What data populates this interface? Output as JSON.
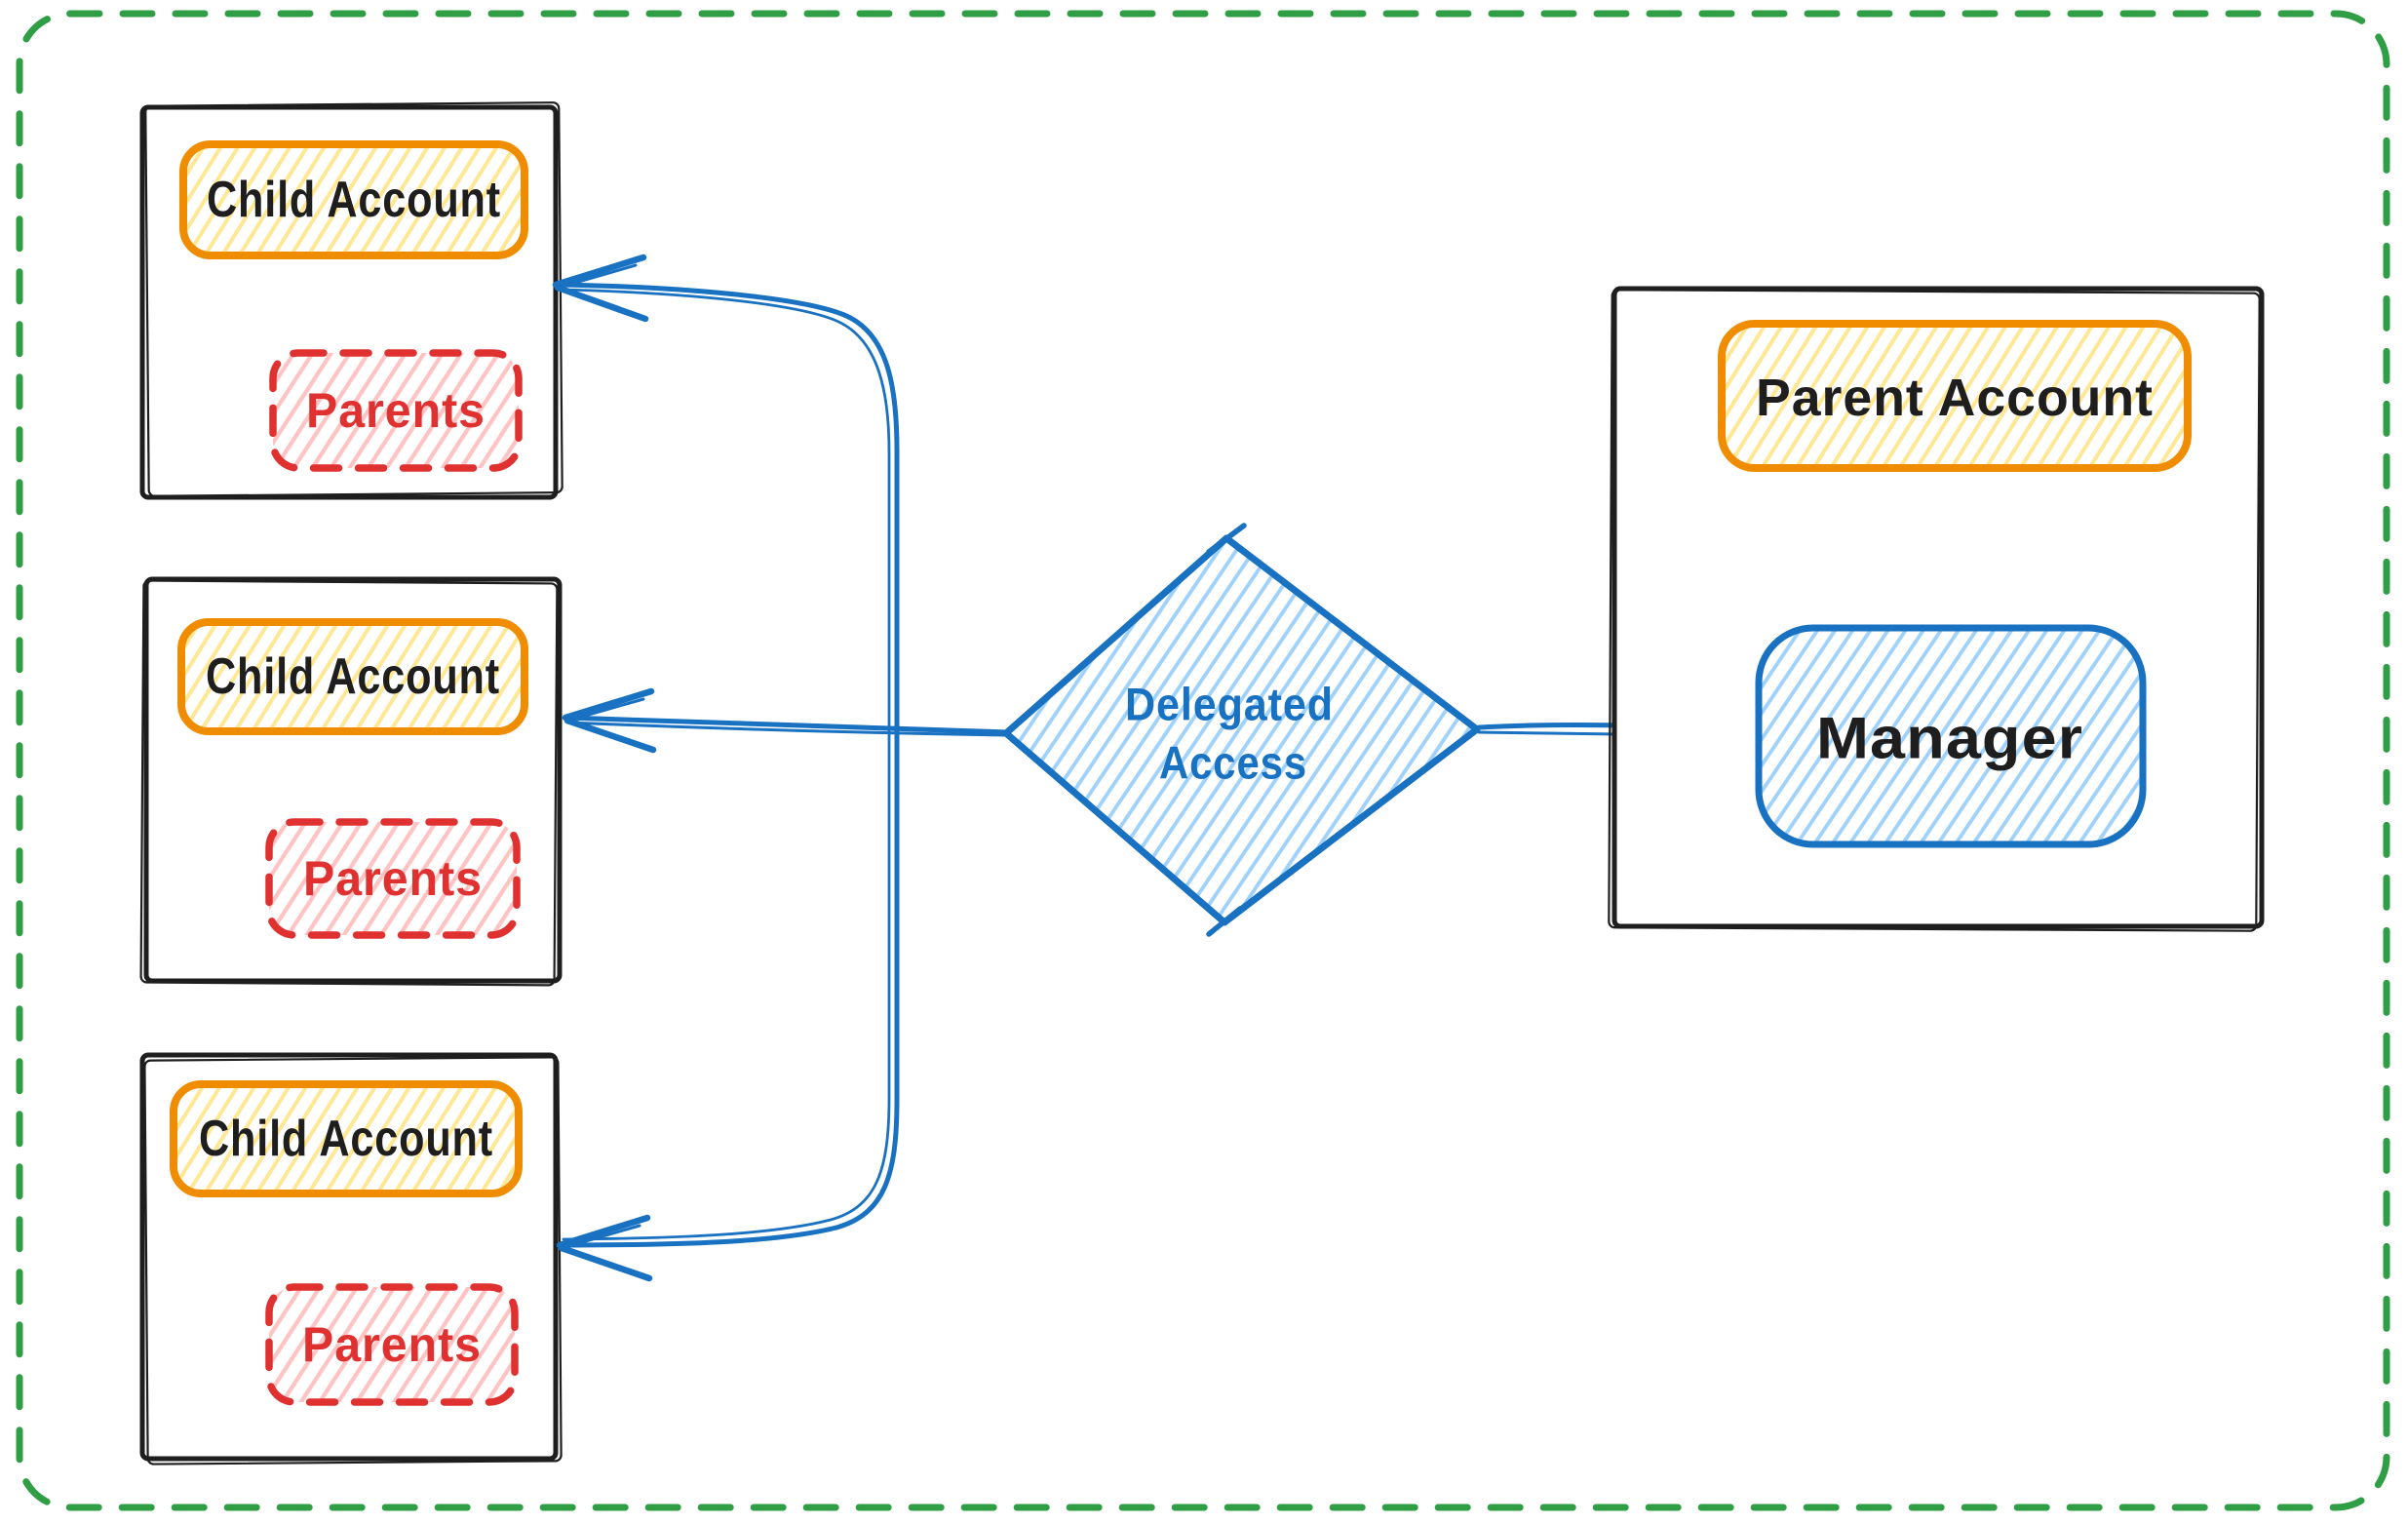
{
  "diagram": {
    "kind": "hand-drawn flowchart",
    "frame": {
      "style": "dashed",
      "border_color": "#2f9e44"
    },
    "child_accounts": [
      {
        "title": "Child Account",
        "badge": "Parents"
      },
      {
        "title": "Child Account",
        "badge": "Parents"
      },
      {
        "title": "Child Account",
        "badge": "Parents"
      }
    ],
    "decision": {
      "line1": "Delegated",
      "line2": "Access"
    },
    "parent_account": {
      "title": "Parent Account",
      "member": "Manager"
    },
    "connections": {
      "manager_to_decision": "Manager — Delegated Access",
      "decision_to_children": "Delegated Access → each Child Account"
    },
    "colors": {
      "ink": "#1e1e1e",
      "frame_green": "#2f9e44",
      "accent_orange": "#f08c00",
      "hatch_yellow": "#ffd43b",
      "accent_red": "#e03131",
      "hatch_pink": "#ff8787",
      "accent_blue": "#1971c2",
      "hatch_blue": "#4dabf7",
      "background": "#ffffff"
    }
  }
}
